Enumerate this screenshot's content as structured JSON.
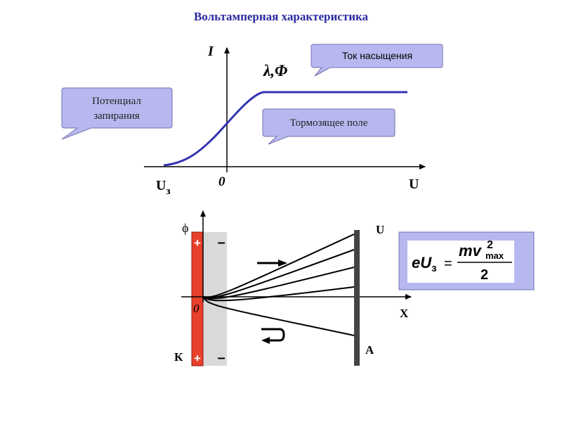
{
  "title": "Вольтамперная характеристика",
  "iv_graph": {
    "y_axis_label": "I",
    "x_axis_label": "U",
    "origin_label": "0",
    "stop_voltage_label": "U",
    "stop_voltage_subscript": "з",
    "lambda_phi_label": "λ,Φ",
    "callouts": {
      "saturation": "Ток насыщения",
      "stopping_potential_line1": "Потенциал",
      "stopping_potential_line2": "запирания",
      "retarding_field": "Тормозящее поле"
    },
    "curve_color": "#3333b3"
  },
  "setup_diagram": {
    "phi_label": "ϕ",
    "origin_label": "0",
    "x_axis_label": "X",
    "u_label": "U",
    "cathode_label": "К",
    "anode_label": "А",
    "plus_sign": "+",
    "minus_sign": "–",
    "cathode_color": "#e8402a",
    "gap_color": "#d9d9d9"
  },
  "formula": {
    "lhs_e": "e",
    "lhs_u": "U",
    "lhs_sub": "з",
    "equals": "=",
    "numerator_m": "m",
    "numerator_v": "v",
    "superscript": "2",
    "subscript": "max",
    "denominator": "2",
    "box_color": "#b8b8f0"
  }
}
